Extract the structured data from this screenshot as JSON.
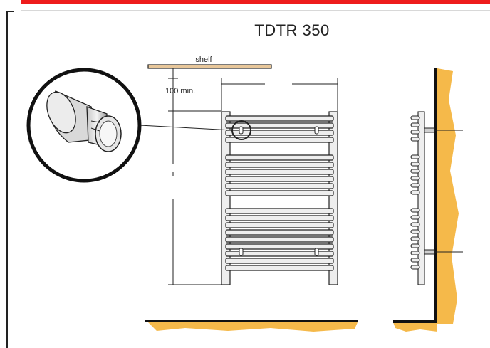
{
  "diagram": {
    "title": "TDTR 350",
    "shelf_label": "shelf",
    "clearance_label": "100 min."
  },
  "colors": {
    "accent_bar": "#ee1c1c",
    "wall_fill": "#f5b94a",
    "shelf_fill": "#e8c79a",
    "line": "#222222",
    "bar_fill": "#eeeeee"
  },
  "icons": {
    "detail": "wall-bracket-detail-icon"
  }
}
